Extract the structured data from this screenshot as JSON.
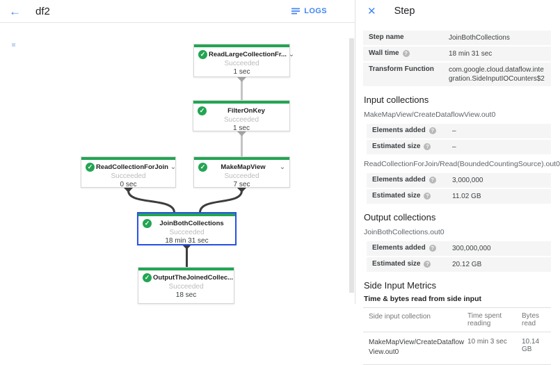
{
  "icons": {
    "back": "←",
    "close": "✕",
    "check": "✓",
    "chevron_down": "⌄",
    "help": "?"
  },
  "colors": {
    "accent_blue": "#4285f4",
    "success_green": "#23a553",
    "selected_border": "#2a52e8",
    "table_bg": "#f5f5f5"
  },
  "header": {
    "title": "df2",
    "logs_label": "LOGS"
  },
  "graph": {
    "nodes": [
      {
        "title": "ReadLargeCollectionFr...",
        "status": "Succeeded",
        "time": "1 sec"
      },
      {
        "title": "FilterOnKey",
        "status": "Succeeded",
        "time": "1 sec"
      },
      {
        "title": "ReadCollectionForJoin",
        "status": "Succeeded",
        "time": "0 sec"
      },
      {
        "title": "MakeMapView",
        "status": "Succeeded",
        "time": "7 sec"
      },
      {
        "title": "JoinBothCollections",
        "status": "Succeeded",
        "time": "18 min 31 sec"
      },
      {
        "title": "OutputTheJoinedCollec...",
        "status": "Succeeded",
        "time": "18 sec"
      }
    ],
    "edges": [
      {
        "from": "ReadLargeCollectionFr...",
        "to": "FilterOnKey"
      },
      {
        "from": "FilterOnKey",
        "to": "MakeMapView"
      },
      {
        "from": "ReadCollectionForJoin",
        "to": "JoinBothCollections"
      },
      {
        "from": "MakeMapView",
        "to": "JoinBothCollections"
      },
      {
        "from": "JoinBothCollections",
        "to": "OutputTheJoinedCollec..."
      }
    ]
  },
  "panel": {
    "title": "Step",
    "summary": [
      {
        "label": "Step name",
        "value": "JoinBothCollections"
      },
      {
        "label": "Wall time",
        "value": "18 min 31 sec"
      },
      {
        "label": "Transform Function",
        "value": "com.google.cloud.dataflow.integration.SideInputIOCounters$2"
      }
    ],
    "input_collections": {
      "heading": "Input collections",
      "groups": [
        {
          "name": "MakeMapView/CreateDataflowView.out0",
          "rows": [
            {
              "label": "Elements added",
              "value": "–"
            },
            {
              "label": "Estimated size",
              "value": "–"
            }
          ]
        },
        {
          "name": "ReadCollectionForJoin/Read(BoundedCountingSource).out0",
          "rows": [
            {
              "label": "Elements added",
              "value": "3,000,000"
            },
            {
              "label": "Estimated size",
              "value": "11.02 GB"
            }
          ]
        }
      ]
    },
    "output_collections": {
      "heading": "Output collections",
      "groups": [
        {
          "name": "JoinBothCollections.out0",
          "rows": [
            {
              "label": "Elements added",
              "value": "300,000,000"
            },
            {
              "label": "Estimated size",
              "value": "20.12 GB"
            }
          ]
        }
      ]
    },
    "side_input_metrics": {
      "heading": "Side Input Metrics",
      "subheading": "Time & bytes read from side input",
      "columns": [
        "Side input collection",
        "Time spent reading",
        "Bytes read"
      ],
      "rows": [
        {
          "collection": "MakeMapView/CreateDataflow View.out0",
          "time": "10 min 3 sec",
          "bytes": "10.14 GB"
        }
      ]
    }
  }
}
